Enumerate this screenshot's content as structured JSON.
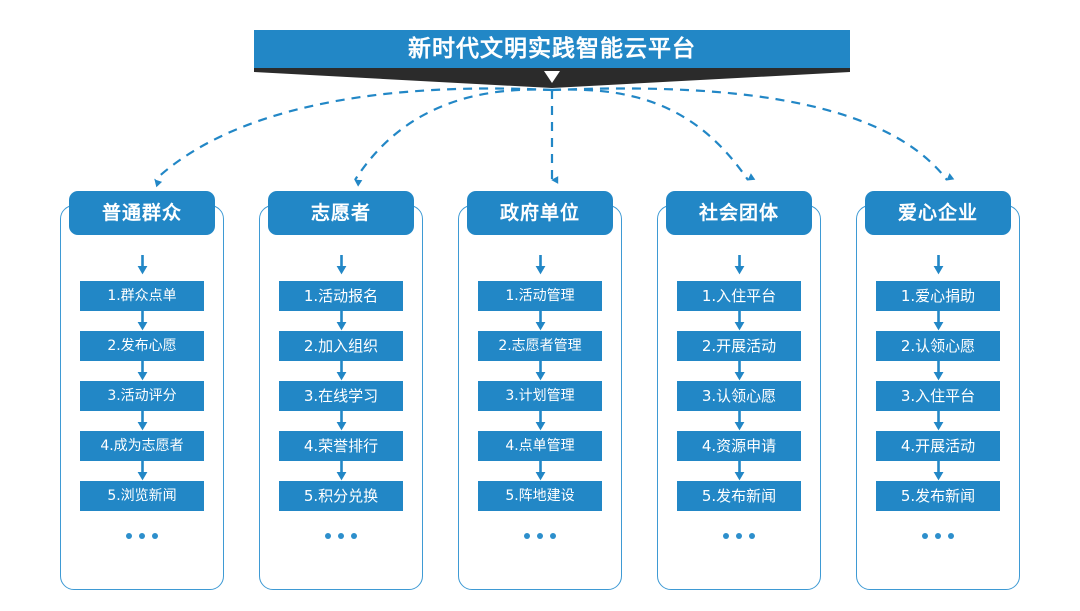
{
  "header": {
    "title": "新时代文明实践智能云平台",
    "banner_color": "#2287c6",
    "ribbon_color": "#2b2b2b",
    "apex_icon": "chevron-down-icon"
  },
  "theme": {
    "box_blue": "#2287c6",
    "frame_blue": "#3e9ad4",
    "arrow_blue": "#2287c6",
    "dot_blue": "#2d8fcc",
    "text_white": "#ffffff",
    "background": "#ffffff"
  },
  "connectors": {
    "style": "dashed-curved-arrow",
    "color": "#2287c6",
    "count": 5,
    "source_label": "新时代文明实践智能云平台"
  },
  "columns": [
    {
      "id": "public",
      "title": "普通群众",
      "items": [
        "1.群众点单",
        "2.发布心愿",
        "3.活动评分",
        "4.成为志愿者",
        "5.浏览新闻"
      ],
      "more": "..."
    },
    {
      "id": "volunteer",
      "title": "志愿者",
      "items": [
        "1.活动报名",
        "2.加入组织",
        "3.在线学习",
        "4.荣誉排行",
        "5.积分兑换"
      ],
      "more": "..."
    },
    {
      "id": "government",
      "title": "政府单位",
      "items": [
        "1.活动管理",
        "2.志愿者管理",
        "3.计划管理",
        "4.点单管理",
        "5.阵地建设"
      ],
      "more": "..."
    },
    {
      "id": "social-group",
      "title": "社会团体",
      "items": [
        "1.入住平台",
        "2.开展活动",
        "3.认领心愿",
        "4.资源申请",
        "5.发布新闻"
      ],
      "more": "..."
    },
    {
      "id": "enterprise",
      "title": "爱心企业",
      "items": [
        "1.爱心捐助",
        "2.认领心愿",
        "3.入住平台",
        "4.开展活动",
        "5.发布新闻"
      ],
      "more": "..."
    }
  ]
}
